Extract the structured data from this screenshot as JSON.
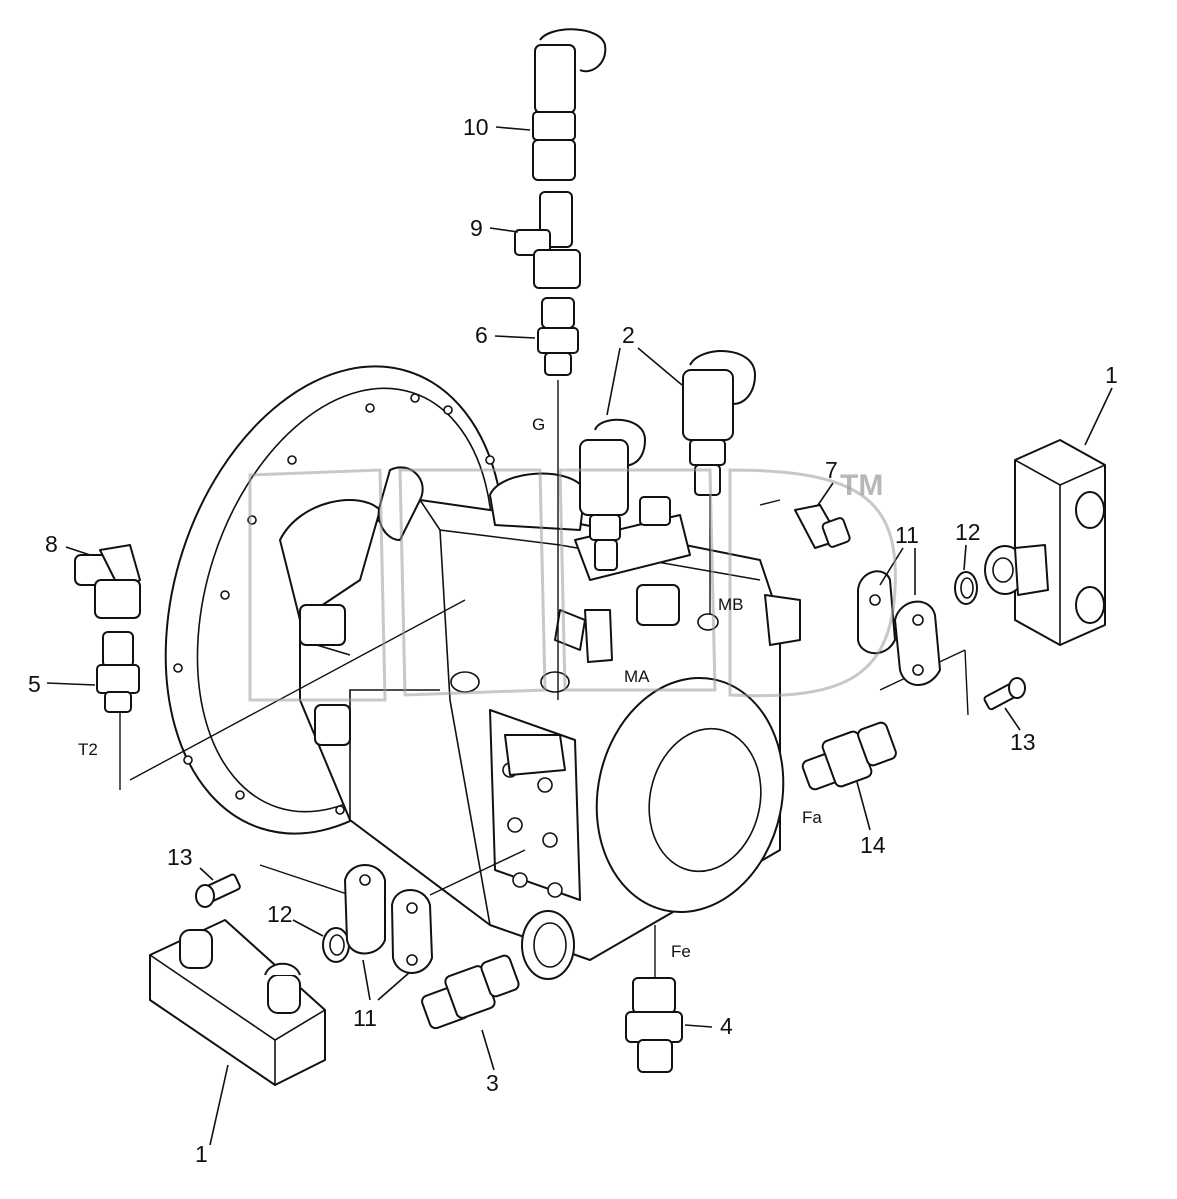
{
  "callouts": {
    "c1_right": "1",
    "c1_left": "1",
    "c2": "2",
    "c3": "3",
    "c4": "4",
    "c5": "5",
    "c6": "6",
    "c7": "7",
    "c8": "8",
    "c9": "9",
    "c10": "10",
    "c11_right": "11",
    "c11_left": "11",
    "c12_right": "12",
    "c12_left": "12",
    "c13_right": "13",
    "c13_left": "13",
    "c14": "14"
  },
  "ports": {
    "g": "G",
    "mb": "MB",
    "ma": "MA",
    "t2": "T2",
    "fa": "Fa",
    "fe": "Fe"
  },
  "watermark": {
    "trademark": "TM"
  }
}
